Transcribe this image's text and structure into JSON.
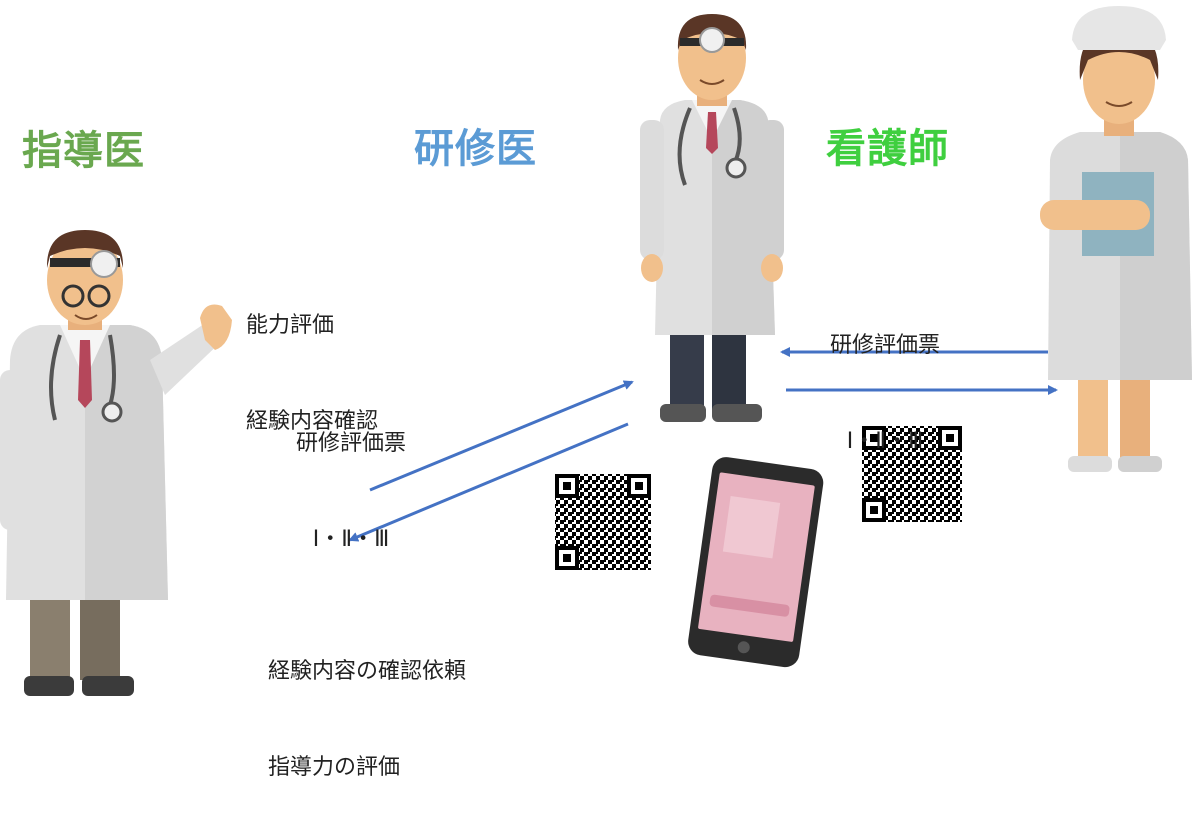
{
  "roles": {
    "supervisor": "指導医",
    "resident": "研修医",
    "nurse": "看護師"
  },
  "notes": {
    "ability_line1": "能力評価",
    "ability_line2": "経験内容確認",
    "eval_form_left_line1": "研修評価票",
    "eval_form_left_line2": "Ⅰ・Ⅱ・Ⅲ",
    "eval_form_right_line1": "研修評価票",
    "eval_form_right_line2": "Ⅰ・Ⅱ・Ⅲ",
    "request_line1": "経験内容の確認依頼",
    "request_line2": "指導力の評価"
  },
  "colors": {
    "supervisor": "#6aa84f",
    "resident": "#5b9bd5",
    "nurse": "#3fcf3f",
    "arrow": "#4472c4"
  },
  "icons": [
    "supervisor-doctor-icon",
    "resident-doctor-icon",
    "nurse-icon",
    "qr-code-icon",
    "smartphone-icon"
  ]
}
